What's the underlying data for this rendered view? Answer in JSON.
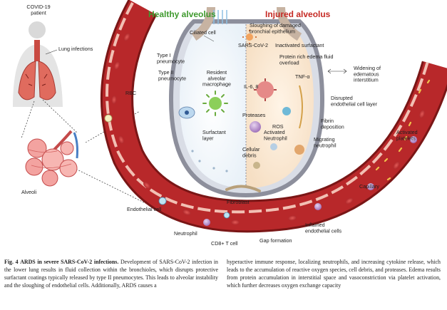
{
  "figure": {
    "patient_label": "COVID-19\npatient",
    "healthy_title": "Healthy alveolus",
    "injured_title": "Injured alveolus",
    "labels": {
      "lung_infections": "Lung infections",
      "alveoli": "Alveoli",
      "rbc": "RBC",
      "ciliated_cell": "Ciliated cell",
      "type1": "Type I\npneumocyte",
      "type2": "Type II\npneumocyte",
      "macrophage": "Resident\nalveolar\nmacrophage",
      "surfactant": "Surfactant\nlayer",
      "sars": "SARS-CoV-2",
      "sloughing": "Sloughing of damaged\nbronchial epithelium",
      "inactivated": "Inactivated surfactant",
      "edema": "Protein rich edema  fluid\noverload",
      "widening": "Widening of\nedematous\ninterstitium",
      "il": "IL-6, 8",
      "tnf": "TNF-α",
      "disrupted": "Disrupted\nendothelial cell layer",
      "proteases": "Proteases",
      "ros": "ROS",
      "activated_neutrophil": "Activated\nNeutrophil",
      "cellular_debris": "Cellular\ndebris",
      "fibrin": "Fibrin\ndeposition",
      "migrating": "Migrating\nneutrophil",
      "activated_platelets": "Activated\nplatelets",
      "capillary": "Capillary",
      "fibroblast": "Fibroblast",
      "endothelial": "Endothelial cell",
      "neutrophil": "Neutrophil",
      "cd8": "CD8+ T cell",
      "gap": "Gap formation",
      "inflamed": "Inflamed\nendothelial cells"
    }
  },
  "caption": {
    "fig_label": "Fig. 4",
    "title": "ARDS in severe SARS-CoV-2 infections.",
    "left_text": "Development of SARS-CoV-2 infection in the lower lung results in fluid collection within the bronchioles, which disrupts protective surfactant coatings typically released by type II pneumocytes. This leads to alveolar instability and the sloughing of endothelial cells. Additionally, ARDS causes a",
    "right_text": "hyperactive immune response, localizing neutrophils, and increasing cytokine release, which leads to the accumulation of reactive oxygen species, cell debris, and proteases. Edema results from protein accumulation in interstitial space and vasoconstriction via platelet activation, which further decreases oxygen exchange capacity"
  }
}
